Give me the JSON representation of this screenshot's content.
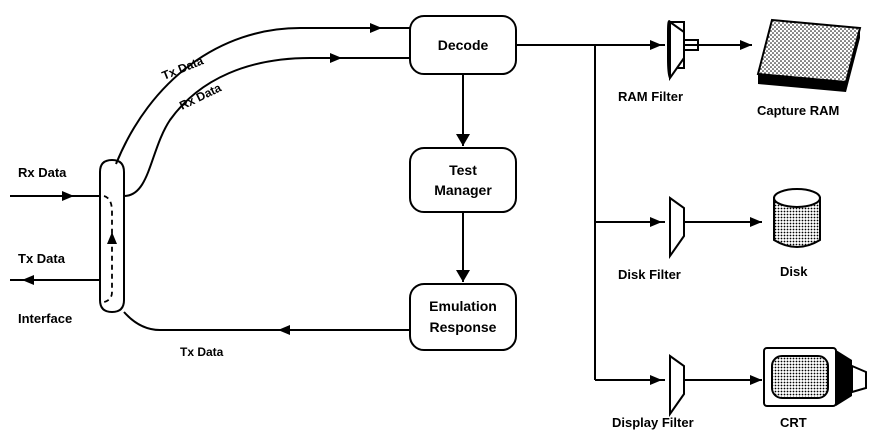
{
  "nodes": {
    "decode": "Decode",
    "test_manager": [
      "Test",
      "Manager"
    ],
    "emulation_response": [
      "Emulation",
      "Response"
    ],
    "interface": "Interface"
  },
  "signals": {
    "rx_in": "Rx Data",
    "tx_out": "Tx Data",
    "tx_upper": "Tx Data",
    "rx_upper": "Rx Data",
    "tx_bottom": "Tx Data"
  },
  "filters": {
    "ram": "RAM Filter",
    "disk": "Disk Filter",
    "display": "Display Filter"
  },
  "outputs": {
    "capture_ram": "Capture RAM",
    "disk": "Disk",
    "crt": "CRT"
  }
}
